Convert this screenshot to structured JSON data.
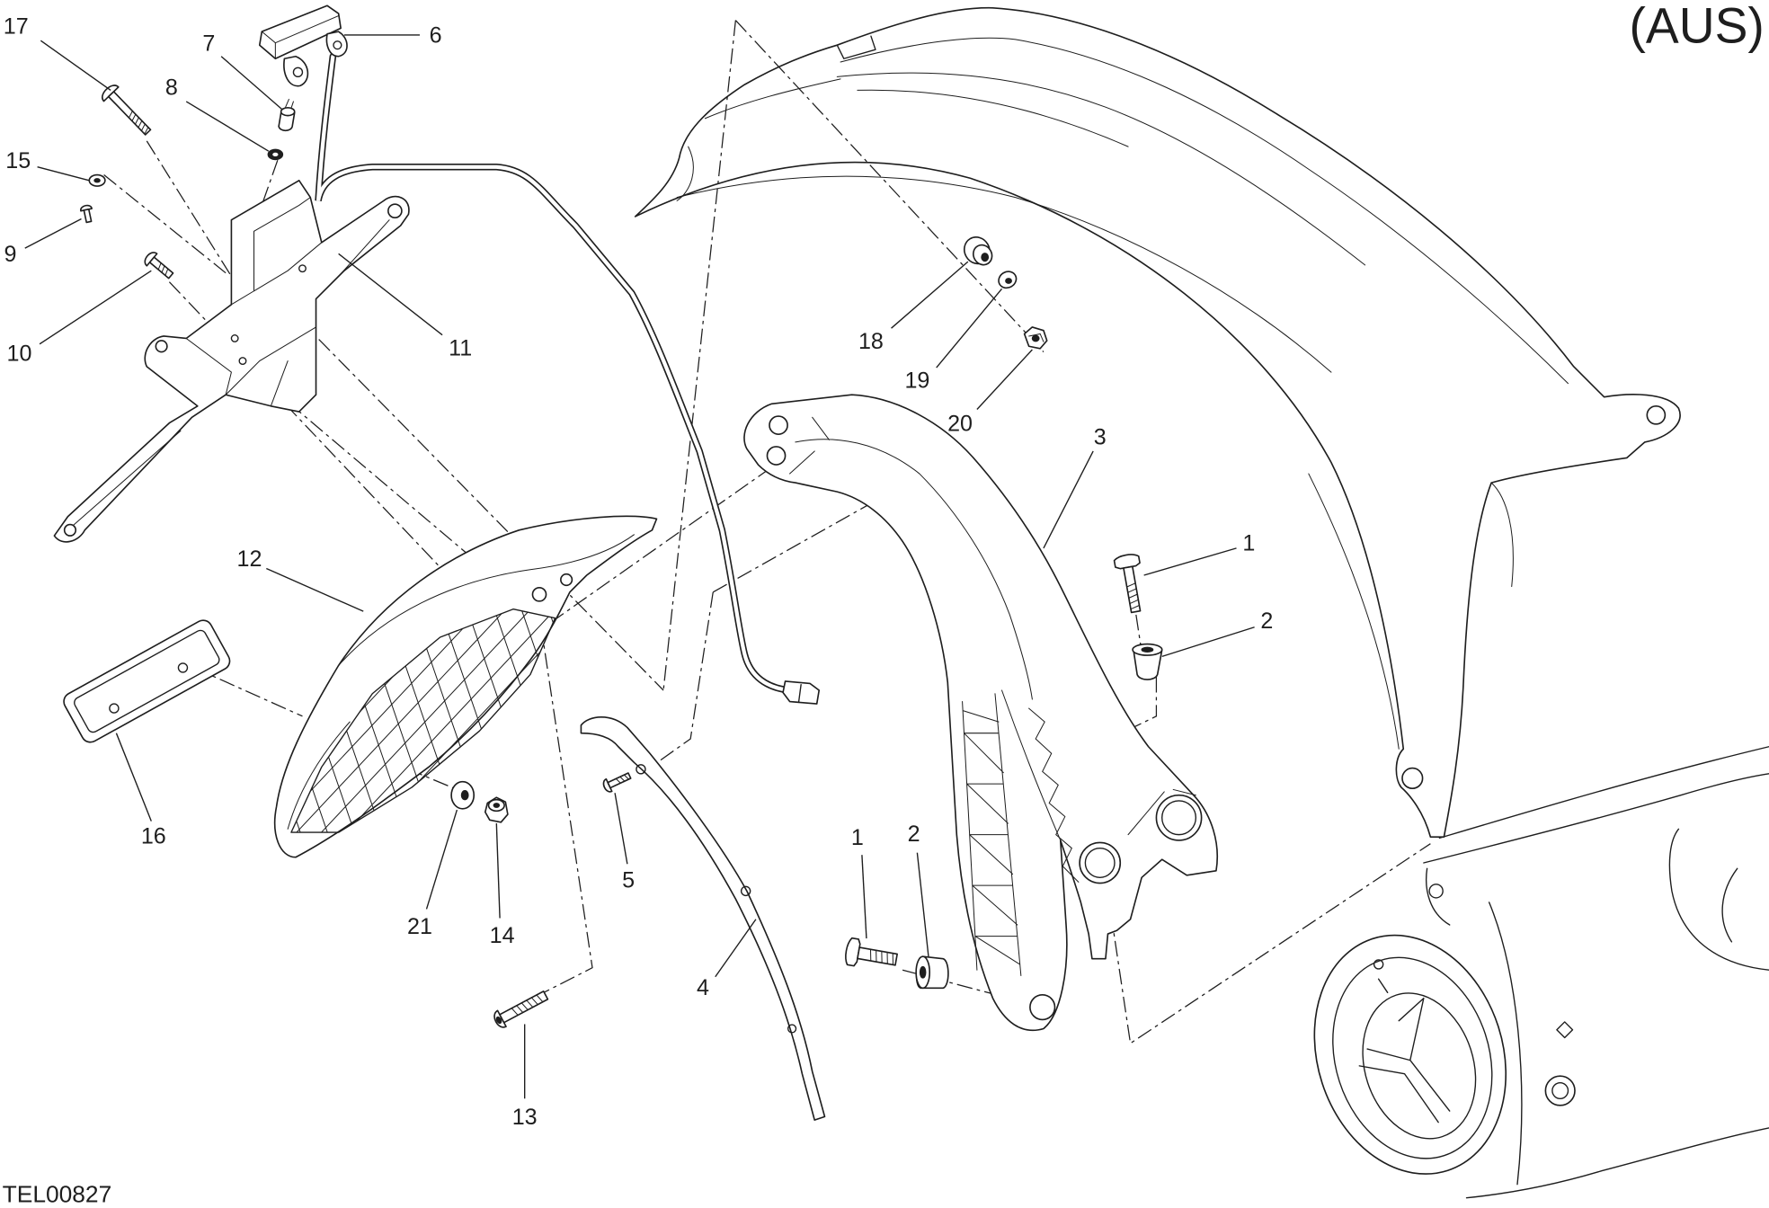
{
  "header": {
    "region_code": "(AUS)"
  },
  "footer": {
    "drawing_code": "TEL00827"
  },
  "callouts": [
    {
      "label": "17"
    },
    {
      "label": "7"
    },
    {
      "label": "6"
    },
    {
      "label": "8"
    },
    {
      "label": "15"
    },
    {
      "label": "9"
    },
    {
      "label": "10"
    },
    {
      "label": "11"
    },
    {
      "label": "12"
    },
    {
      "label": "16"
    },
    {
      "label": "21"
    },
    {
      "label": "14"
    },
    {
      "label": "5"
    },
    {
      "label": "13"
    },
    {
      "label": "4"
    },
    {
      "label": "1"
    },
    {
      "label": "2"
    },
    {
      "label": "18"
    },
    {
      "label": "19"
    },
    {
      "label": "20"
    },
    {
      "label": "3"
    },
    {
      "label": "1"
    },
    {
      "label": "2"
    }
  ],
  "colors": {
    "line": "#1e1e1e",
    "background": "#ffffff"
  }
}
